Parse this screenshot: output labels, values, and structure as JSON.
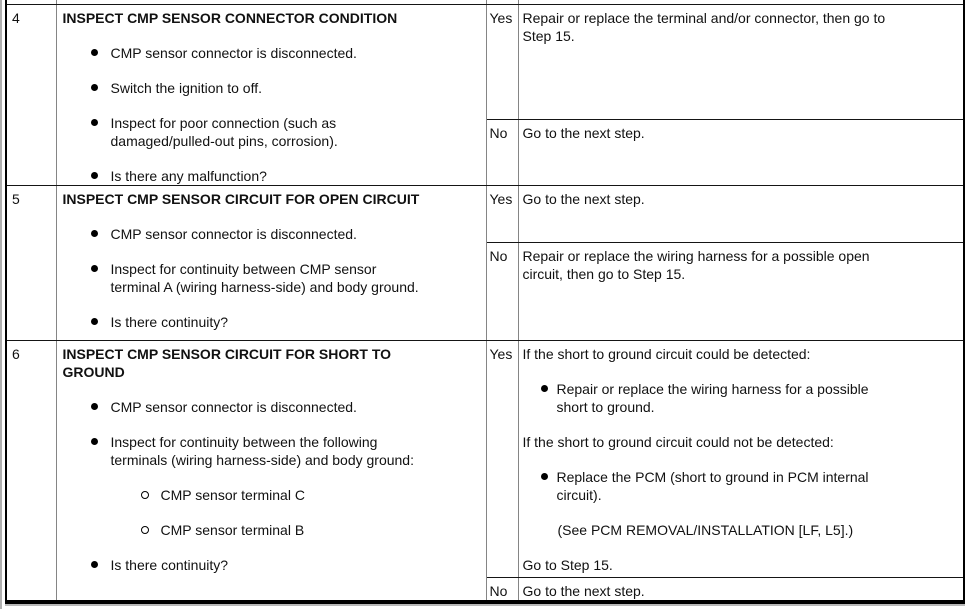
{
  "table": {
    "rows": [
      {
        "step": "4",
        "title": [
          "INSPECT CMP SENSOR CONNECTOR CONDITION"
        ],
        "bullets": [
          [
            "CMP sensor connector is disconnected."
          ],
          [
            "Switch the ignition to off."
          ],
          [
            "Inspect for poor connection (such as",
            "damaged/pulled-out pins, corrosion)."
          ],
          [
            "Is there any malfunction?"
          ]
        ],
        "yes_label": "Yes",
        "yes_action": [
          "Repair or replace the terminal and/or connector, then go to",
          "Step 15."
        ],
        "no_label": "No",
        "no_action": [
          "Go to the next step."
        ]
      },
      {
        "step": "5",
        "title": [
          "INSPECT CMP SENSOR CIRCUIT FOR OPEN CIRCUIT"
        ],
        "bullets": [
          [
            "CMP sensor connector is disconnected."
          ],
          [
            "Inspect for continuity between CMP sensor",
            "terminal A (wiring harness-side) and body ground."
          ],
          [
            "Is there continuity?"
          ]
        ],
        "yes_label": "Yes",
        "yes_action": [
          "Go to the next step."
        ],
        "no_label": "No",
        "no_action": [
          "Repair or replace the wiring harness for a possible open",
          "circuit, then go to Step 15."
        ]
      },
      {
        "step": "6",
        "title": [
          "INSPECT CMP SENSOR CIRCUIT FOR SHORT TO",
          "GROUND"
        ],
        "bullets": [
          [
            "CMP sensor connector is disconnected."
          ],
          [
            "Inspect for continuity between the following",
            "terminals (wiring harness-side) and body ground:"
          ],
          [
            "Is there continuity?"
          ]
        ],
        "sub_bullets": [
          [
            "CMP sensor terminal C"
          ],
          [
            "CMP sensor terminal B"
          ]
        ],
        "yes_label": "Yes",
        "yes_action": {
          "cond1": [
            "If the short to ground circuit could be detected:"
          ],
          "fix1": [
            "Repair or replace the wiring harness for a possible",
            "short to ground."
          ],
          "cond2": [
            "If the short to ground circuit could not be detected:"
          ],
          "fix2": [
            "Replace the PCM (short to ground in PCM internal",
            "circuit)."
          ],
          "see_ref": [
            "(See PCM REMOVAL/INSTALLATION [LF, L5].)"
          ],
          "then": [
            "Go to Step 15."
          ]
        },
        "no_label": "No",
        "no_action": [
          "Go to the next step."
        ]
      }
    ]
  }
}
